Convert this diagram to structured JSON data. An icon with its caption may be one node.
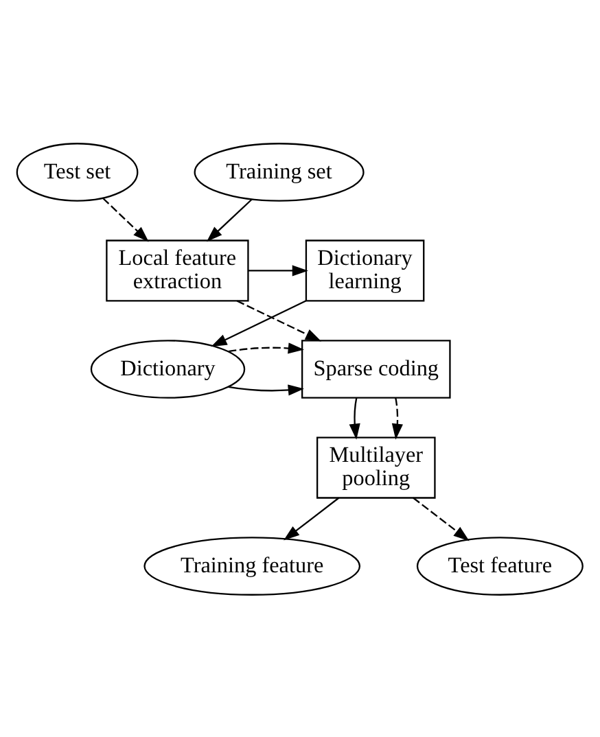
{
  "diagram": {
    "nodes": [
      {
        "text": [
          "Test set"
        ]
      },
      {
        "text": [
          "Training set"
        ]
      },
      {
        "text": [
          "Local feature extraction"
        ]
      },
      {
        "text": [
          "Dictionary learning"
        ]
      },
      {
        "text": [
          "Sparse coding"
        ]
      },
      {
        "text": [
          "Dictionary"
        ]
      },
      {
        "text": [
          "Multilayer pooling"
        ]
      },
      {
        "text": [
          "Training feature"
        ]
      },
      {
        "text": [
          "Test feature"
        ]
      }
    ],
    "edges": [
      {
        "from": 1,
        "to": 2,
        "arrow": "to"
      },
      {
        "from": 0,
        "to": 2,
        "arrow": "to",
        "style": "dashed"
      },
      {
        "from": 2,
        "to": 3,
        "arrow": "to"
      },
      {
        "from": 3,
        "to": 5,
        "arrow": "to"
      },
      {
        "from": 2,
        "to": 4,
        "arrow": "to",
        "style": "dashed"
      },
      {
        "from": 5,
        "to": 4,
        "arrow": "to"
      },
      {
        "from": 5,
        "to": 4,
        "arrow": "to",
        "style": "dashed"
      },
      {
        "from": 4,
        "to": 6,
        "arrow": "to"
      },
      {
        "from": 4,
        "to": 6,
        "arrow": "to",
        "style": "dashed"
      },
      {
        "from": 6,
        "to": 7,
        "arrow": "to"
      },
      {
        "from": 6,
        "to": 8,
        "arrow": "to",
        "style": "dashed"
      }
    ]
  }
}
